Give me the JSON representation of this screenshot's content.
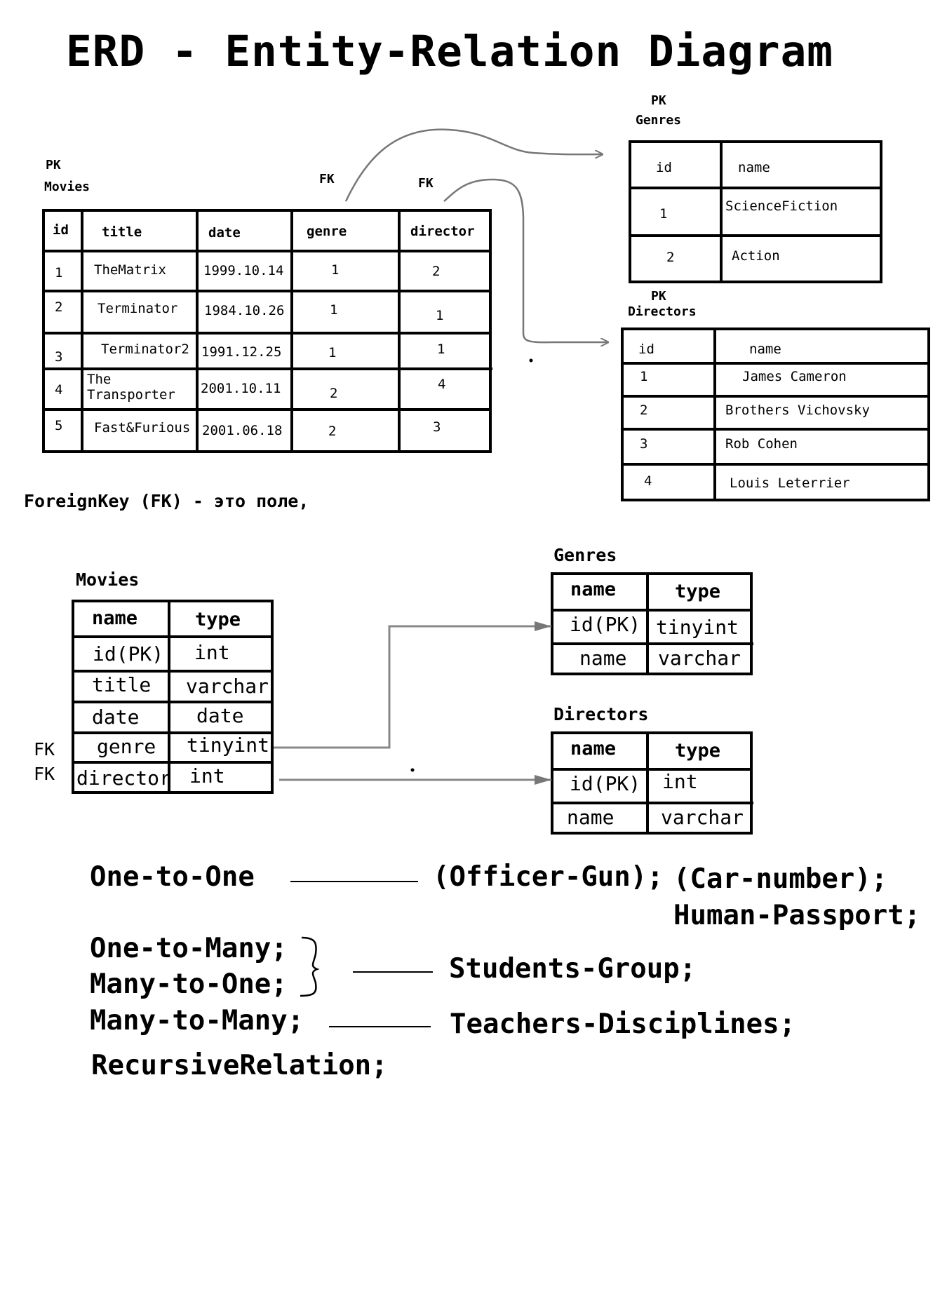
{
  "title": "ERD - Entity-Relation Diagram",
  "top": {
    "movies": {
      "pk_label": "PK",
      "name": "Movies",
      "fk_genre_label": "FK",
      "fk_director_label": "FK",
      "headers": [
        "id",
        "title",
        "date",
        "genre",
        "director"
      ],
      "rows": [
        [
          "1",
          "TheMatrix",
          "1999.10.14",
          "1",
          "2"
        ],
        [
          "2",
          "Terminator",
          "1984.10.26",
          "1",
          "1"
        ],
        [
          "3",
          "Terminator2",
          "1991.12.25",
          "1",
          "1"
        ],
        [
          "4",
          "The\nTransporter",
          "2001.10.11",
          "2",
          "4"
        ],
        [
          "5",
          "Fast&Furious",
          "2001.06.18",
          "2",
          "3"
        ]
      ]
    },
    "genres": {
      "pk_label": "PK",
      "name": "Genres",
      "headers": [
        "id",
        "name"
      ],
      "rows": [
        [
          "1",
          "ScienceFiction"
        ],
        [
          "2",
          "Action"
        ]
      ]
    },
    "directors": {
      "pk_label": "PK",
      "name": "Directors",
      "headers": [
        "id",
        "name"
      ],
      "rows": [
        [
          "1",
          "James Cameron"
        ],
        [
          "2",
          "Brothers Vichovsky"
        ],
        [
          "3",
          "Rob Cohen"
        ],
        [
          "4",
          "Louis Leterrier"
        ]
      ]
    },
    "fk_note": "ForeignKey (FK) - это поле,"
  },
  "schema": {
    "movies": {
      "name": "Movies",
      "headers": [
        "name",
        "type"
      ],
      "rows": [
        [
          "id(PK)",
          "int"
        ],
        [
          "title",
          "varchar"
        ],
        [
          "date",
          "date"
        ],
        [
          "genre",
          "tinyint"
        ],
        [
          "director",
          "int"
        ]
      ],
      "fk_labels": [
        "FK",
        "FK"
      ]
    },
    "genres": {
      "name": "Genres",
      "headers": [
        "name",
        "type"
      ],
      "rows": [
        [
          "id(PK)",
          "tinyint"
        ],
        [
          "name",
          "varchar"
        ]
      ]
    },
    "directors": {
      "name": "Directors",
      "headers": [
        "name",
        "type"
      ],
      "rows": [
        [
          "id(PK)",
          "int"
        ],
        [
          "name",
          "varchar"
        ]
      ]
    }
  },
  "relations": {
    "one_to_one": "One-to-One",
    "one_to_one_examples_1": "(Officer-Gun);",
    "one_to_one_examples_2": "(Car-number);",
    "one_to_one_examples_3": "Human-Passport;",
    "one_to_many": "One-to-Many;",
    "many_to_one": "Many-to-One;",
    "many_example": "Students-Group;",
    "many_to_many": "Many-to-Many;",
    "many_to_many_example": "Teachers-Disciplines;",
    "recursive": "RecursiveRelation;"
  }
}
